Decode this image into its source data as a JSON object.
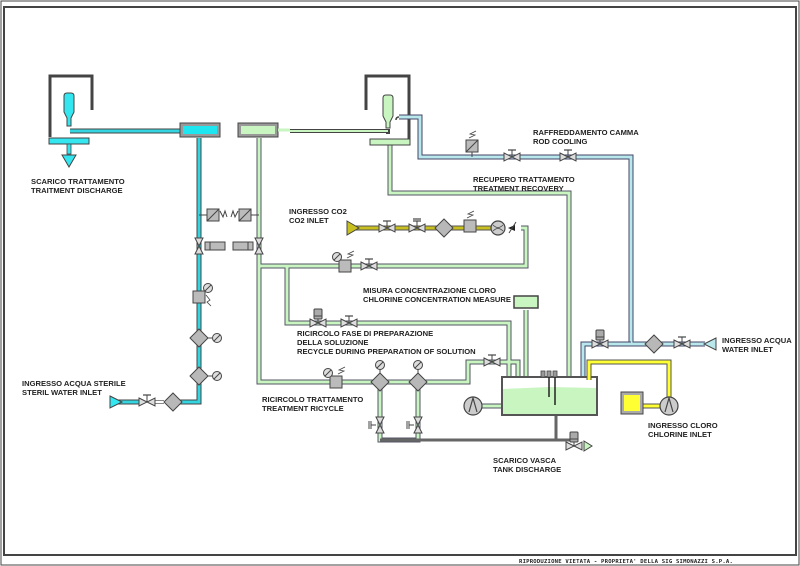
{
  "diagram": {
    "title": "Treatment water / CO2 / chlorine process diagram",
    "colors": {
      "sterile_water": "#33d6e0",
      "treatment_green": "#c8f5c0",
      "water_inlet": "#b8e8ec",
      "co2": "#c8c020",
      "chlorine": "#ffff33",
      "component_gray": "#b8b8b8",
      "outline": "#444444",
      "tank_fill": "#c8f5c0"
    },
    "labels": {
      "scarico_trattamento": [
        "SCARICO TRATTAMENTO",
        "TRAITMENT DISCHARGE"
      ],
      "raffreddamento": [
        "RAFFREDDAMENTO CAMMA",
        "ROD COOLING"
      ],
      "recupero": [
        "RECUPERO TRATTAMENTO",
        "TREATMENT RECOVERY"
      ],
      "co2_inlet": [
        "INGRESSO CO2",
        "CO2 INLET"
      ],
      "chlorine_measure": [
        "MISURA CONCENTRAZIONE CLORO",
        "CHLORINE CONCENTRATION MEASURE"
      ],
      "recycle_prep": [
        "RICIRCOLO FASE DI PREPARAZIONE",
        "DELLA SOLUZIONE",
        "RECYCLE DURING PREPARATION OF SOLUTION"
      ],
      "treatment_recycle": [
        "RICIRCOLO TRATTAMENTO",
        "TREATMENT RICYCLE"
      ],
      "steril_water": [
        "INGRESSO ACQUA STERILE",
        "STERIL WATER INLET"
      ],
      "water_inlet": [
        "INGRESSO ACQUA",
        "WATER INLET"
      ],
      "chlorine_inlet": [
        "INGRESSO CLORO",
        "CHLORINE INLET"
      ],
      "tank_discharge": [
        "SCARICO VASCA",
        "TANK DISCHARGE"
      ]
    },
    "footer": "RIPRODUZIONE VIETATA - PROPRIETA' DELLA SIG SIMONAZZI S.P.A."
  }
}
